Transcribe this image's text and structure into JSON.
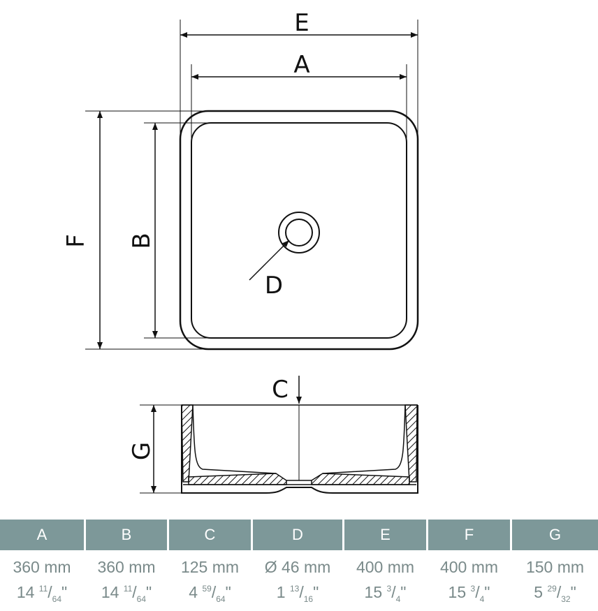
{
  "diagram": {
    "labels": {
      "E": "E",
      "A": "A",
      "F": "F",
      "B": "B",
      "D": "D",
      "C": "C",
      "G": "G"
    }
  },
  "table": {
    "header_color": "#7d9899",
    "columns": [
      {
        "key": "A",
        "mm": "360 mm",
        "whole": "14",
        "num": "11",
        "den": "64",
        "mark": "\""
      },
      {
        "key": "B",
        "mm": "360 mm",
        "whole": "14",
        "num": "11",
        "den": "64",
        "mark": "\""
      },
      {
        "key": "C",
        "mm": "125 mm",
        "whole": "4",
        "num": "59",
        "den": "64",
        "mark": "\""
      },
      {
        "key": "D",
        "mm": "Ø 46 mm",
        "whole": "1",
        "num": "13",
        "den": "16",
        "mark": "\""
      },
      {
        "key": "E",
        "mm": "400 mm",
        "whole": "15",
        "num": "3",
        "den": "4",
        "mark": "\""
      },
      {
        "key": "F",
        "mm": "400 mm",
        "whole": "15",
        "num": "3",
        "den": "4",
        "mark": "\""
      },
      {
        "key": "G",
        "mm": "150 mm",
        "whole": "5",
        "num": "29",
        "den": "32",
        "mark": "\""
      }
    ]
  }
}
